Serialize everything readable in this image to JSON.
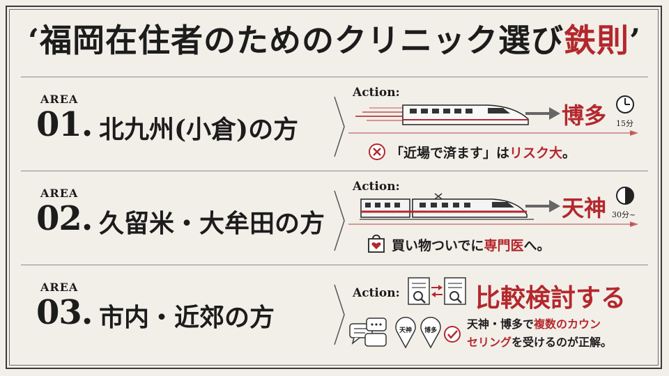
{
  "title": {
    "quote": "‘",
    "main": "福岡在住者のためのクリニック選び",
    "accent": "鉄則",
    "end_quote": "’"
  },
  "colors": {
    "accent": "#b3282d",
    "background": "#f2efe9",
    "text": "#1c1c1c"
  },
  "areas": [
    {
      "label": "AREA",
      "number": "01.",
      "name": "北九州(小倉)の方",
      "action_label": "Action:",
      "icon": "bullet-train-icon",
      "destination": "博多",
      "time": "15分",
      "note_a": "「近場で済ます」は",
      "note_b": "リスク大",
      "note_c": "。",
      "note_icon": "x-circle-icon"
    },
    {
      "label": "AREA",
      "number": "02.",
      "name": "久留米・大牟田の方",
      "action_label": "Action:",
      "icon": "express-train-icon",
      "destination": "天神",
      "time": "30分~",
      "note_a": "買い物ついでに",
      "note_b": "専門医",
      "note_c": "へ。",
      "note_icon": "shopping-bag-heart-icon"
    },
    {
      "label": "AREA",
      "number": "03.",
      "name": "市内・近郊の方",
      "action_label": "Action:",
      "icon": "compare-documents-icon",
      "headline": "比較検討する",
      "pin_1": "天神",
      "pin_2": "博多",
      "note_line1_a": "天神・博多で",
      "note_line1_b": "複数のカウン",
      "note_line2_a": "セリング",
      "note_line2_b": "を受けるのが正解。",
      "note_icon": "check-circle-icon"
    }
  ]
}
